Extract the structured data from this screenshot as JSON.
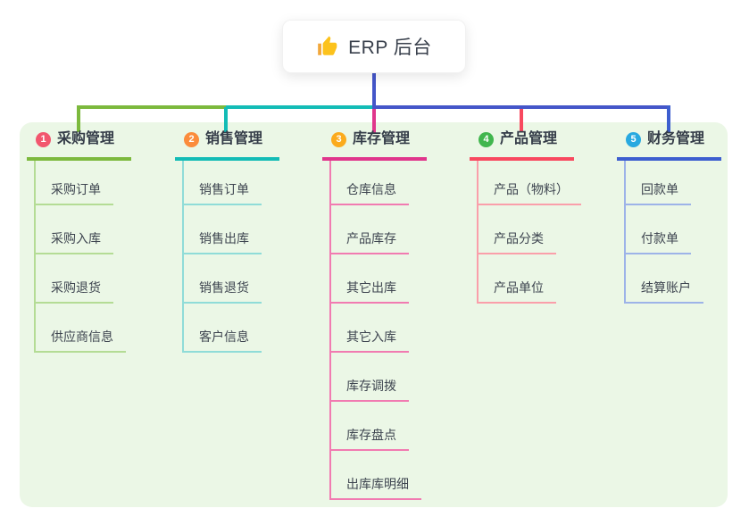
{
  "root": {
    "title": "ERP 后台",
    "icon": "thumbs-up"
  },
  "panel": {
    "bg": "#ebf7e6"
  },
  "connectors": {
    "root_color": "#4456c9"
  },
  "branches": [
    {
      "number": "1",
      "title": "采购管理",
      "colors": {
        "badge": "#f2566e",
        "accent": "#7cb93d",
        "light": "#b4dc95"
      },
      "children": [
        "采购订单",
        "采购入库",
        "采购退货",
        "供应商信息"
      ]
    },
    {
      "number": "2",
      "title": "销售管理",
      "colors": {
        "badge": "#fb8c3c",
        "accent": "#13bcb6",
        "light": "#8fdcd8"
      },
      "children": [
        "销售订单",
        "销售出库",
        "销售退货",
        "客户信息"
      ]
    },
    {
      "number": "3",
      "title": "库存管理",
      "colors": {
        "badge": "#fbab1d",
        "accent": "#e0368c",
        "light": "#f17bb1"
      },
      "children": [
        "仓库信息",
        "产品库存",
        "其它出库",
        "其它入库",
        "库存调拨",
        "库存盘点",
        "出库库明细"
      ]
    },
    {
      "number": "4",
      "title": "产品管理",
      "colors": {
        "badge": "#41b64e",
        "accent": "#f8495f",
        "light": "#fa9faa"
      },
      "children": [
        "产品（物料）",
        "产品分类",
        "产品单位"
      ]
    },
    {
      "number": "5",
      "title": "财务管理",
      "colors": {
        "badge": "#28a9e0",
        "accent": "#3d5ecf",
        "light": "#9db3e8"
      },
      "children": [
        "回款单",
        "付款单",
        "结算账户"
      ]
    }
  ]
}
